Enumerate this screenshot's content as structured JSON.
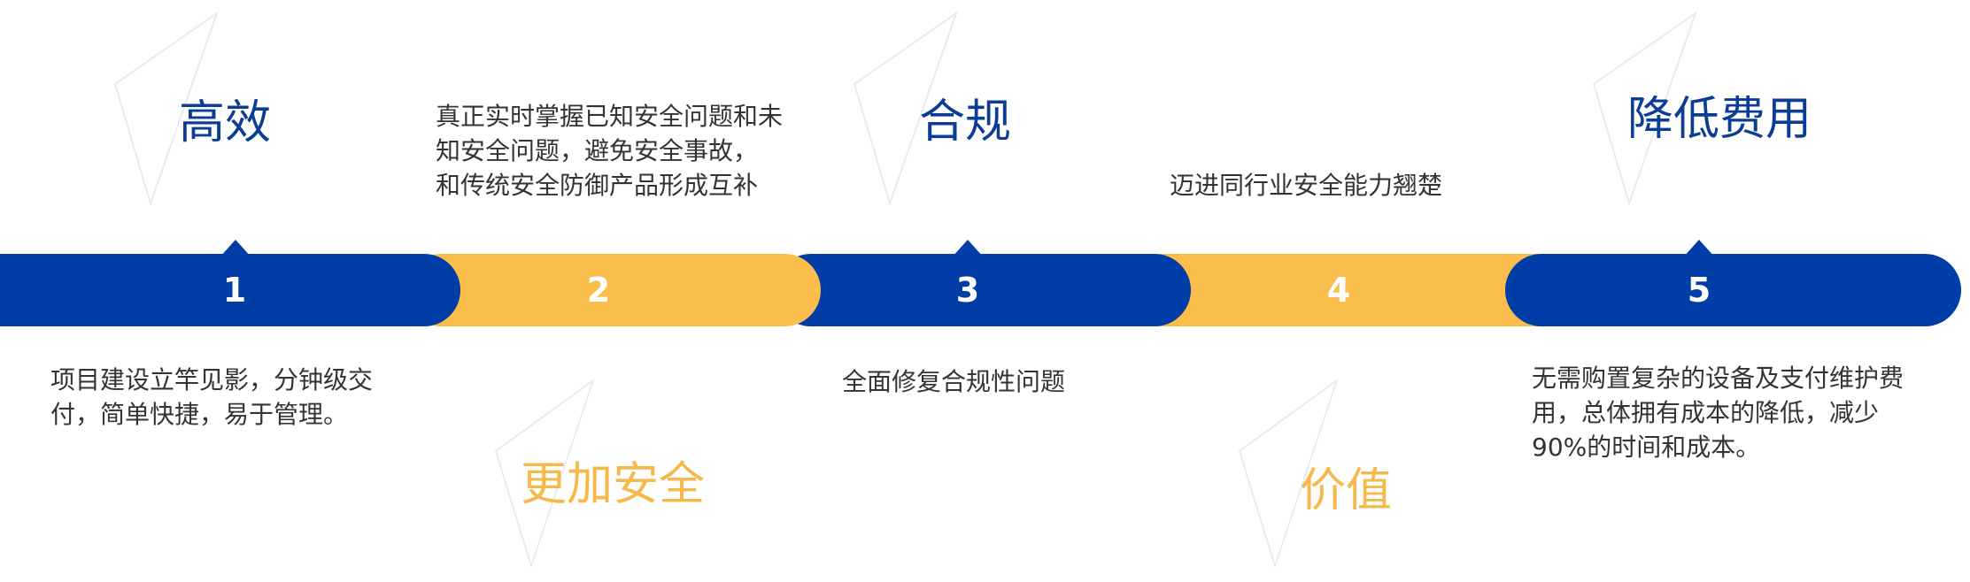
{
  "colors": {
    "blue": "#003DA6",
    "gold": "#FBBD4B",
    "title_blue": "#0B3D94",
    "title_gold": "#F7B84A",
    "text": "#333333"
  },
  "steps": [
    {
      "number": "1",
      "title": "高效",
      "description": [
        "项目建设立竿见影，分钟级交",
        "付，简单快捷，易于管理。"
      ]
    },
    {
      "number": "2",
      "title": "更加安全",
      "description": [
        "真正实时掌握已知安全问题和未",
        "知安全问题，避免安全事故，",
        "和传统安全防御产品形成互补"
      ]
    },
    {
      "number": "3",
      "title": "合规",
      "description": [
        "全面修复合规性问题"
      ]
    },
    {
      "number": "4",
      "title": "价值",
      "description": [
        "迈进同行业安全能力翘楚"
      ]
    },
    {
      "number": "5",
      "title": "降低费用",
      "description": [
        "无需购置复杂的设备及支付维护费",
        "用，总体拥有成本的降低，减少",
        "90%的时间和成本。"
      ]
    }
  ]
}
